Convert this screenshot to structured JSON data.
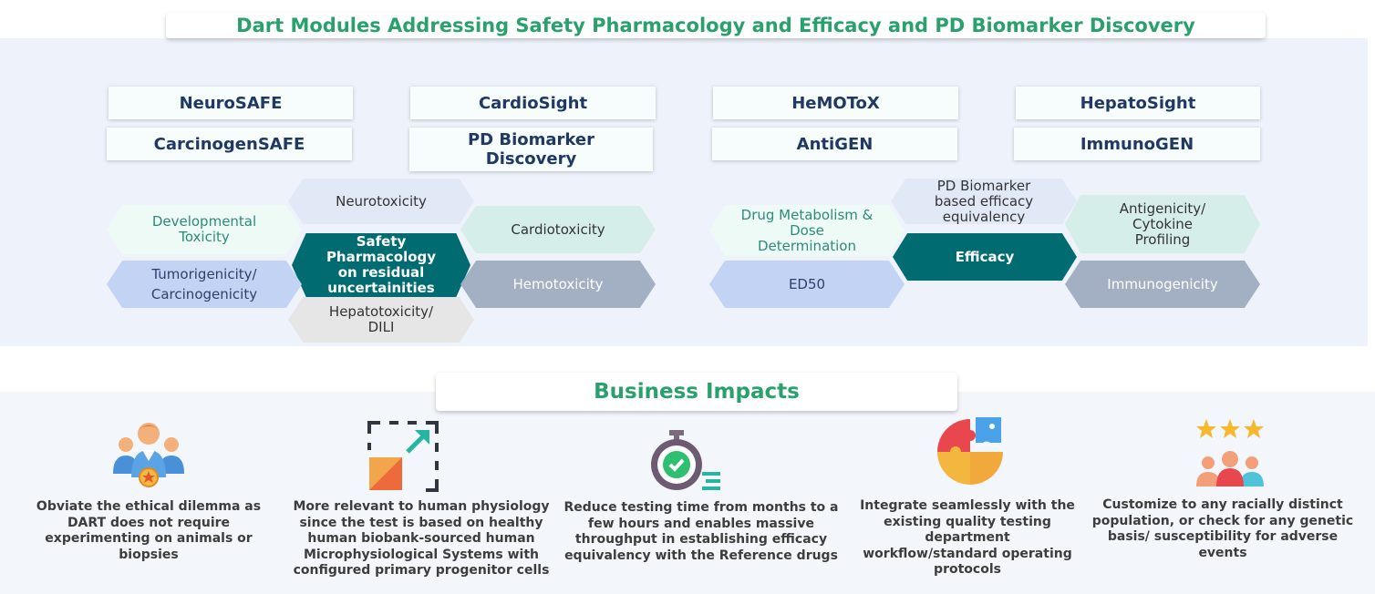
{
  "title": "Dart Modules Addressing Safety Pharmacology and Efficacy and PD Biomarker Discovery",
  "modules": [
    "NeuroSAFE",
    "CardioSight",
    "HeMOToX",
    "HepatoSight",
    "CarcinogenSAFE",
    "PD Biomarker Discovery",
    "AntiGEN",
    "ImmunoGEN"
  ],
  "safety_cluster": {
    "center": "Safety Pharmacology on residual uncertainities",
    "items": [
      "Neurotoxicity",
      "Developmental Toxicity",
      "Cardiotoxicity",
      "Tumorigenicity/ Carcinogenicity",
      "Hemotoxicity",
      "Hepatotoxicity/ DILI"
    ]
  },
  "efficacy_cluster": {
    "center": "Efficacy",
    "items": [
      "PD Biomarker based efficacy equivalency",
      "Drug Metabolism & Dose Determination",
      "Antigenicity/ Cytokine Profiling",
      "ED50",
      "Immunogenicity"
    ]
  },
  "business_impacts": {
    "title": "Business Impacts",
    "items": [
      {
        "text": "Obviate the ethical dilemma as DART does not require experimenting on animals or biopsies",
        "icon": "people-award-icon"
      },
      {
        "text": "More relevant to human physiology since the test is based on healthy human biobank-sourced human Microphysiological Systems with configured primary progenitor cells",
        "icon": "expand-arrow-icon"
      },
      {
        "text": "Reduce testing time from months to a few hours and enables massive throughput in establishing efficacy equivalency with the Reference drugs",
        "icon": "stopwatch-icon"
      },
      {
        "text": "Integrate seamlessly with the existing quality testing department workflow/standard operating protocols",
        "icon": "puzzle-icon"
      },
      {
        "text": "Customize to any racially distinct population, or check for any genetic basis/ susceptibility for adverse events",
        "icon": "rated-people-icon"
      }
    ]
  },
  "colors": {
    "title_green": "#2aa06d",
    "module_navy": "#1f3864",
    "center_teal": "#006c72",
    "band_blue": "#eef3fb"
  }
}
